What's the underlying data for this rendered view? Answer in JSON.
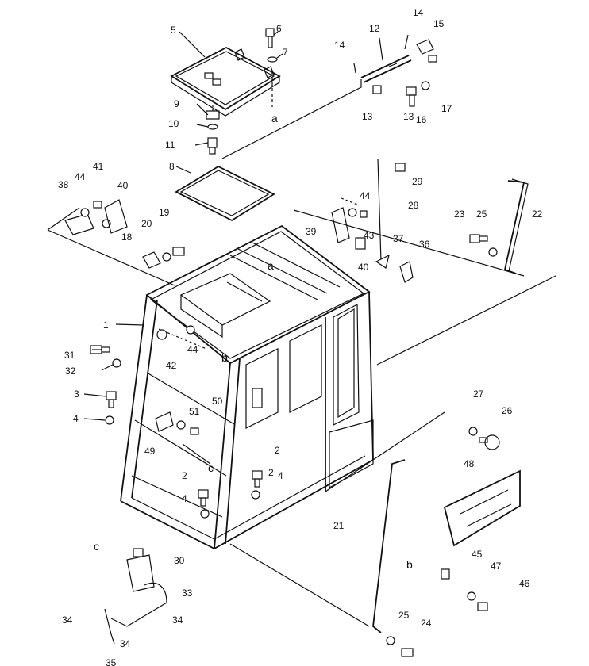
{
  "diagram": {
    "callouts": [
      "1",
      "2",
      "2",
      "2",
      "3",
      "4",
      "4",
      "4",
      "5",
      "6",
      "7",
      "8",
      "9",
      "10",
      "11",
      "12",
      "13",
      "13",
      "14",
      "14",
      "15",
      "16",
      "17",
      "18",
      "19",
      "20",
      "21",
      "22",
      "23",
      "24",
      "25",
      "25",
      "26",
      "27",
      "28",
      "29",
      "30",
      "31",
      "32",
      "33",
      "34",
      "34",
      "34",
      "35",
      "36",
      "37",
      "38",
      "39",
      "40",
      "40",
      "41",
      "42",
      "43",
      "44",
      "44",
      "44",
      "45",
      "46",
      "47",
      "48",
      "49",
      "50",
      "51"
    ],
    "refs": [
      "a",
      "a",
      "b",
      "b",
      "c",
      "c"
    ]
  }
}
